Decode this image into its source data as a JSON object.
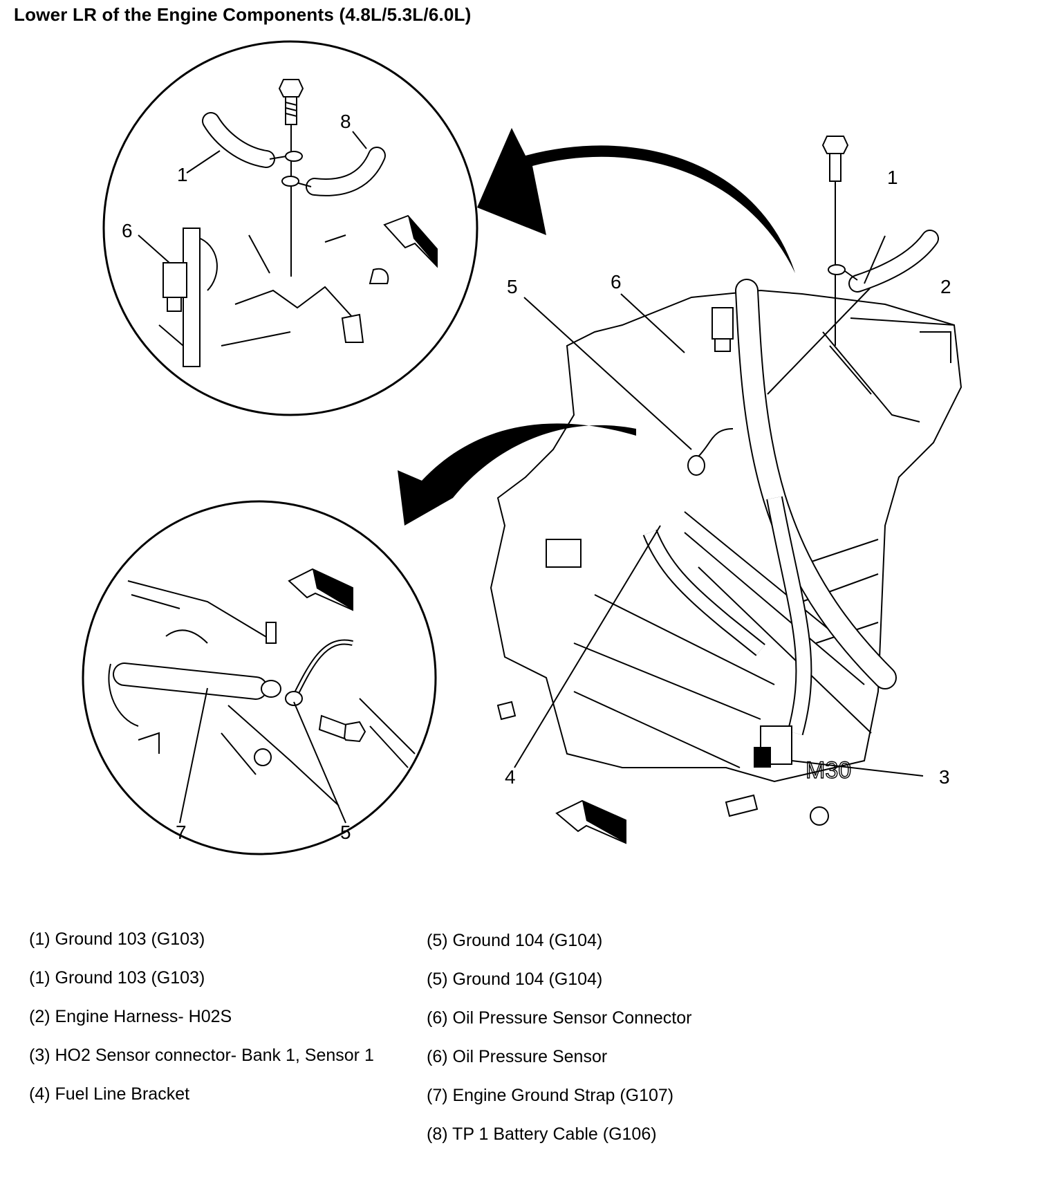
{
  "title": "Lower LR of the Engine Components (4.8L/5.3L/6.0L)",
  "callouts": {
    "top_detail": [
      "1",
      "8",
      "6"
    ],
    "main_view": [
      "1",
      "2",
      "3",
      "4",
      "5",
      "6"
    ],
    "bottom_detail": [
      "7",
      "5"
    ],
    "engine_marking": "M30"
  },
  "legend": {
    "left": [
      "(1) Ground 103 (G103)",
      "(1) Ground 103 (G103)",
      "(2) Engine Harness- H02S",
      "(3) HO2 Sensor connector- Bank 1, Sensor 1",
      "(4) Fuel Line Bracket"
    ],
    "right": [
      "(5) Ground 104 (G104)",
      "(5) Ground 104 (G104)",
      "(6) Oil Pressure Sensor Connector",
      "(6) Oil Pressure Sensor",
      "(7) Engine Ground Strap (G107)",
      "(8) TP 1 Battery Cable (G106)"
    ]
  },
  "colors": {
    "line": "#000000",
    "background": "#ffffff"
  }
}
